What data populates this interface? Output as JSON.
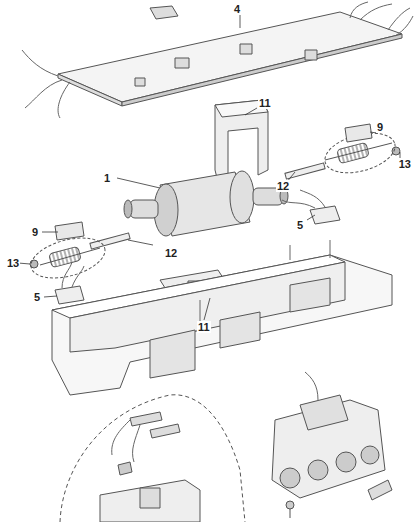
{
  "diagram": {
    "labels": [
      "4",
      "11",
      "9",
      "13",
      "1",
      "12",
      "12",
      "9",
      "5",
      "13",
      "11",
      "5"
    ]
  }
}
